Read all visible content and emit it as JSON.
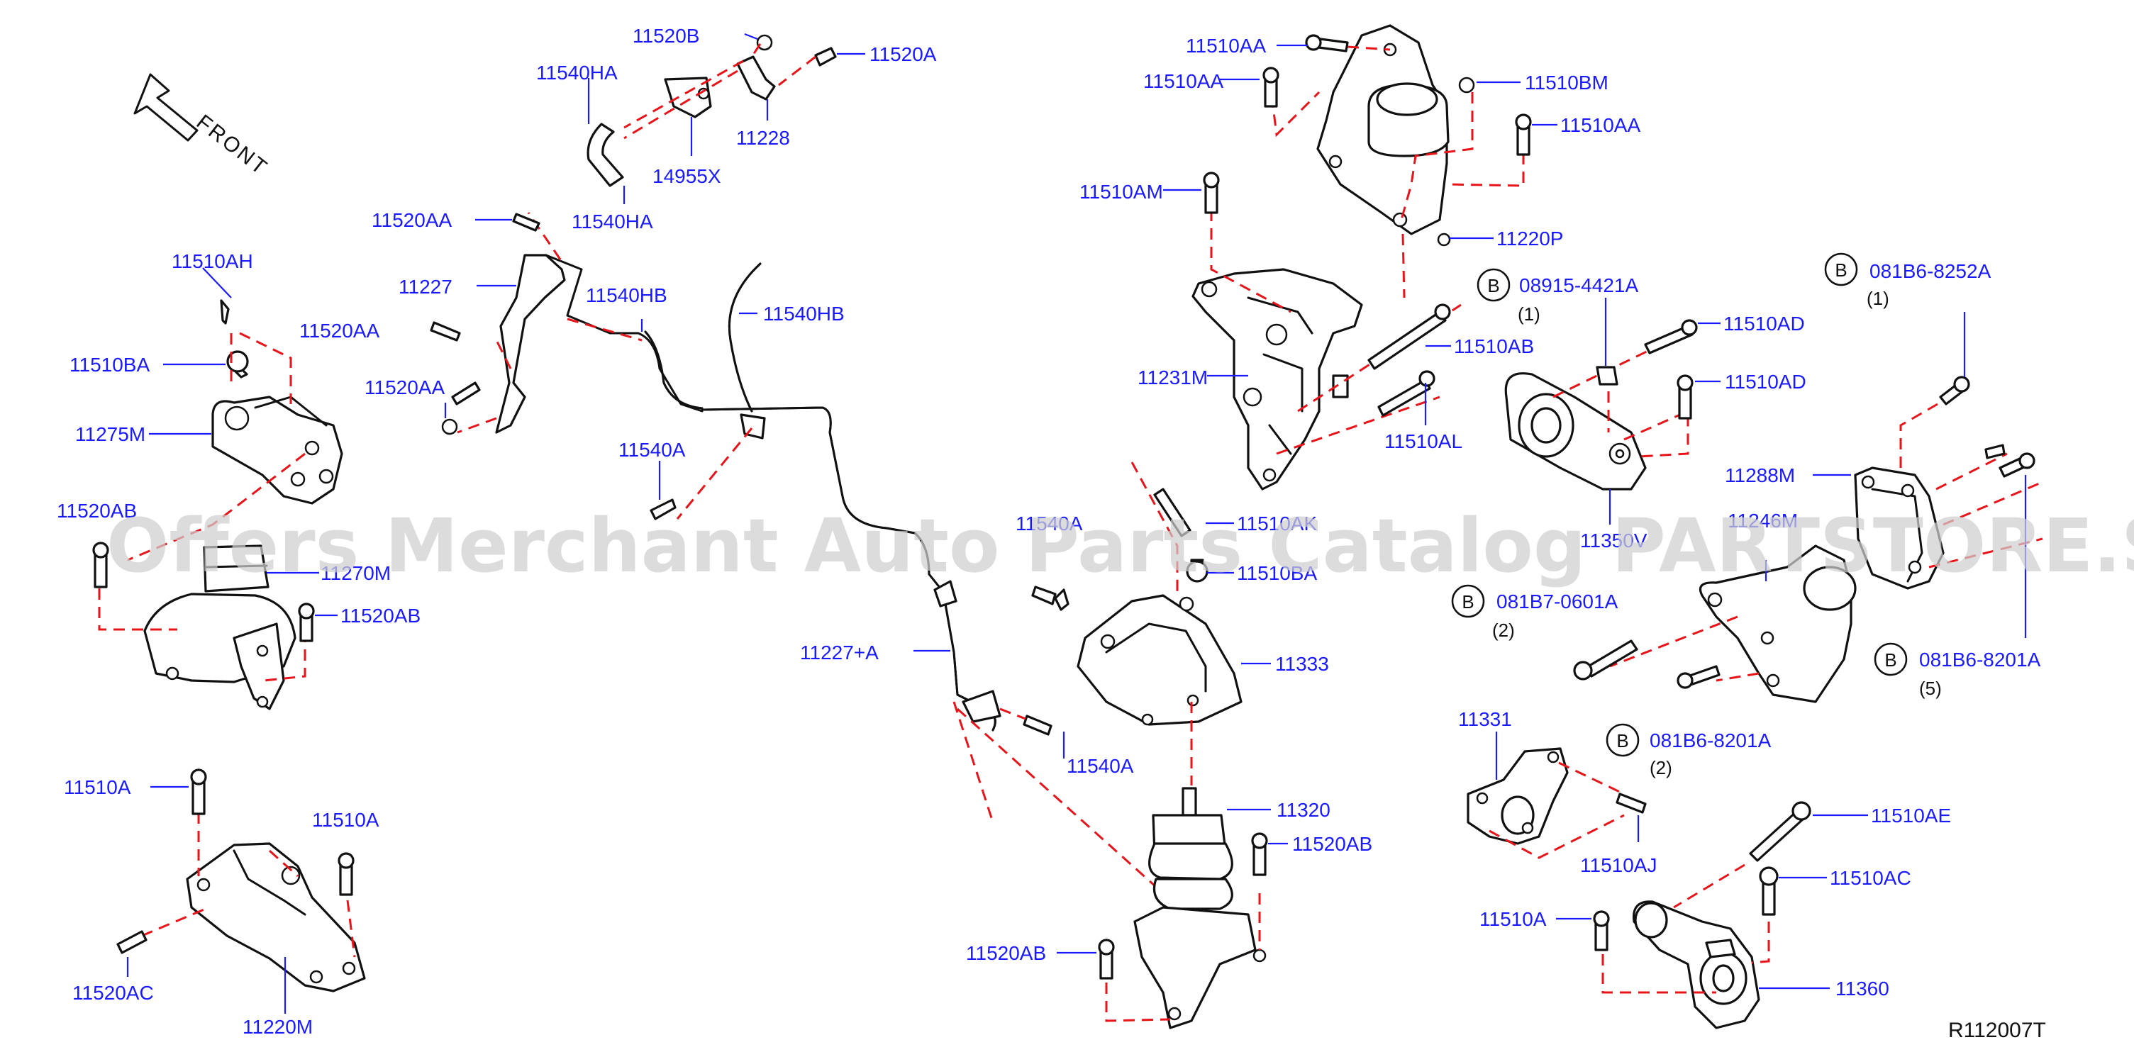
{
  "front_label": "FRONT",
  "diagram_ref": "R112007T",
  "watermark": "Offers Merchant Auto Parts Catalog PARTSTORE.SA",
  "bolt_mark": "B",
  "labels": {
    "p11520B": "11520B",
    "p11520A": "11520A",
    "p11540HA_top": "11540HA",
    "p11228": "11228",
    "p14955X": "14955X",
    "p11540HA_bot": "11540HA",
    "p11520AA_1": "11520AA",
    "p11227": "11227",
    "p11540HB_1": "11540HB",
    "p11540HB_2": "11540HB",
    "p11510AH": "11510AH",
    "p11520AA_2": "11520AA",
    "p11510BA_left": "11510BA",
    "p11520AA_3": "11520AA",
    "p11275M": "11275M",
    "p11540A_1": "11540A",
    "p11520AB_1": "11520AB",
    "p11270M": "11270M",
    "p11520AB_2": "11520AB",
    "p11510A_1": "11510A",
    "p11510A_2": "11510A",
    "p11520AC": "11520AC",
    "p11220M": "11220M",
    "p11540A_2": "11540A",
    "p11510AK": "11510AK",
    "p11510BA_mid": "11510BA",
    "p11227A": "11227+A",
    "p11333": "11333",
    "p11540A_3": "11540A",
    "p11320": "11320",
    "p11520AB_3": "11520AB",
    "p11520AB_4": "11520AB",
    "p11510AA_1": "11510AA",
    "p11510AA_2": "11510AA",
    "p11510BM": "11510BM",
    "p11510AA_3": "11510AA",
    "p11510AM": "11510AM",
    "p11220P": "11220P",
    "p08915": "08915-4421A",
    "q08915": "(1)",
    "p11510AB": "11510AB",
    "p11231M": "11231M",
    "p11510AL": "11510AL",
    "p11510AD_1": "11510AD",
    "p11510AD_2": "11510AD",
    "p11350V": "11350V",
    "p081B6_8252A": "081B6-8252A",
    "q081B6_8252A": "(1)",
    "p11288M": "11288M",
    "p11246M": "11246M",
    "p081B7_0601A": "081B7-0601A",
    "q081B7_0601A": "(2)",
    "p081B6_8201A_right": "081B6-8201A",
    "q081B6_8201A_right": "(5)",
    "p081B6_8201A_mid": "081B6-8201A",
    "q081B6_8201A_mid": "(2)",
    "p11331": "11331",
    "p11510AJ": "11510AJ",
    "p11510AE": "11510AE",
    "p11510AC": "11510AC",
    "p11510A_3": "11510A",
    "p11360": "11360"
  }
}
